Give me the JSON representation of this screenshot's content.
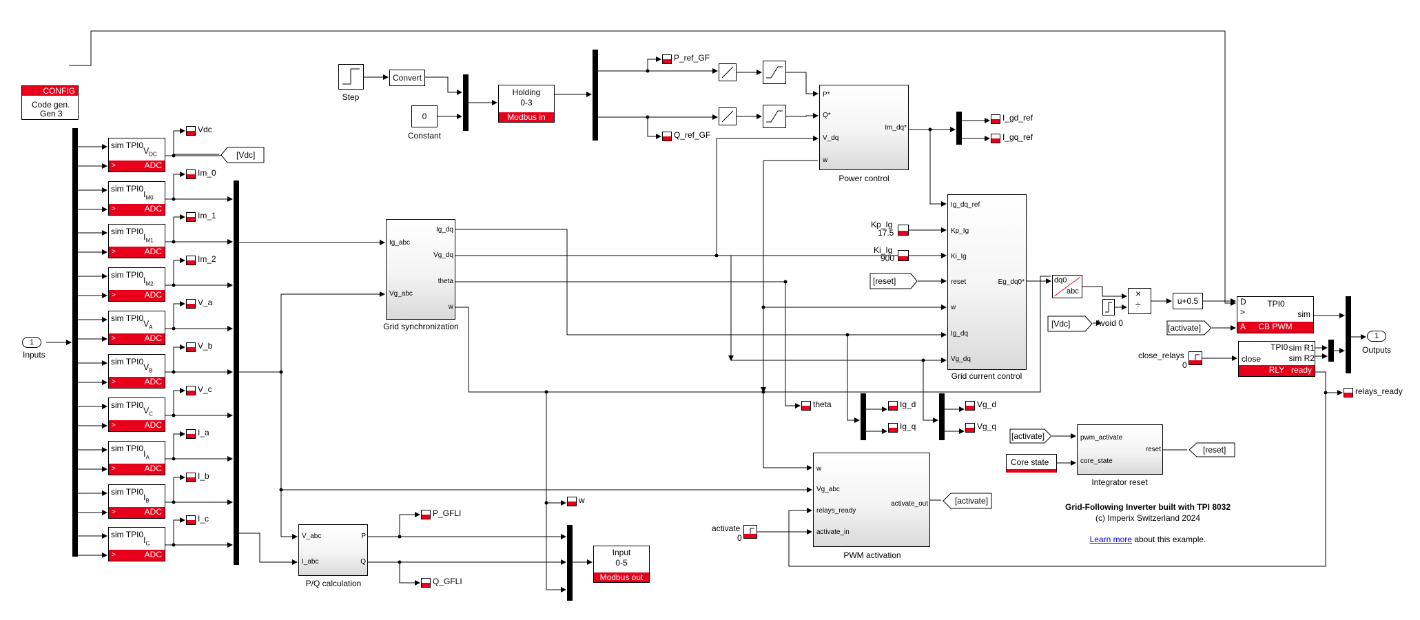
{
  "config": {
    "header": "CONFIG",
    "line1": "Code gen.",
    "line2": "Gen 3"
  },
  "inputs": {
    "number": "1",
    "label": "Inputs"
  },
  "outputs": {
    "number": "1",
    "label": "Outputs"
  },
  "adc_blocks": [
    {
      "prefix": "sim TPI0",
      "sym": "V",
      "sub": "DC",
      "footer": "ADC",
      "scope": "Vdc"
    },
    {
      "prefix": "sim TPI0",
      "sym": "I",
      "sub": "M0",
      "footer": "ADC",
      "scope": "Im_0"
    },
    {
      "prefix": "sim TPI0",
      "sym": "I",
      "sub": "M1",
      "footer": "ADC",
      "scope": "Im_1"
    },
    {
      "prefix": "sim TPI0",
      "sym": "I",
      "sub": "M2",
      "footer": "ADC",
      "scope": "Im_2"
    },
    {
      "prefix": "sim TPI0",
      "sym": "V",
      "sub": "A",
      "footer": "ADC",
      "scope": "V_a"
    },
    {
      "prefix": "sim TPI0",
      "sym": "V",
      "sub": "B",
      "footer": "ADC",
      "scope": "V_b"
    },
    {
      "prefix": "sim TPI0",
      "sym": "V",
      "sub": "C",
      "footer": "ADC",
      "scope": "V_c"
    },
    {
      "prefix": "sim TPI0",
      "sym": "I",
      "sub": "A",
      "footer": "ADC",
      "scope": "I_a"
    },
    {
      "prefix": "sim TPI0",
      "sym": "I",
      "sub": "B",
      "footer": "ADC",
      "scope": "I_b"
    },
    {
      "prefix": "sim TPI0",
      "sym": "I",
      "sub": "C",
      "footer": "ADC",
      "scope": "I_c"
    }
  ],
  "vdc_goto": "[Vdc]",
  "step_label": "Step",
  "convert_label": "Convert",
  "constant": {
    "value": "0",
    "label": "Constant"
  },
  "holding": {
    "line1": "Holding",
    "line2": "0-3",
    "footer": "Modbus in"
  },
  "p_ref_scope": "P_ref_GF",
  "q_ref_scope": "Q_ref_GF",
  "power_control": {
    "title": "Power control",
    "inputs": [
      "P*",
      "Q*",
      "V_dq",
      "w"
    ],
    "output": "Im_dq*"
  },
  "i_gd_ref": "I_gd_ref",
  "i_gq_ref": "I_gq_ref",
  "grid_sync": {
    "title": "Grid synchronization",
    "inputs": [
      "Ig_abc",
      "Vg_abc"
    ],
    "outputs": [
      "Ig_dq",
      "Vg_dq",
      "theta",
      "w"
    ]
  },
  "grid_current": {
    "title": "Grid current control",
    "inputs": [
      "Ig_dq_ref",
      "Kp_Ig",
      "Ki_Ig",
      "reset",
      "w",
      "Ig_dq",
      "Vg_dq"
    ],
    "output": "Eg_dq0*"
  },
  "kp": {
    "name": "Kp_Ig",
    "value": "17.5"
  },
  "ki": {
    "name": "Ki_Ig",
    "value": "900"
  },
  "reset_from": "[reset]",
  "dq0": {
    "top": "dq0",
    "bottom": "abc"
  },
  "vdc_from": "[Vdc]",
  "avoid0": "Avoid 0",
  "mult": "×",
  "div": "÷",
  "offset": "u+0.5",
  "pwm": {
    "port_d": "D",
    "port_clk": ">",
    "port_a": "A",
    "title": "TPI0",
    "out": "sim",
    "footer": "CB PWM"
  },
  "activate_from": "[activate]",
  "close_relays": {
    "label": "close_relays",
    "value": "0"
  },
  "rly": {
    "title": "TPI0",
    "in": "close",
    "out1": "sim R1",
    "out2": "sim R2",
    "footer": "RLY",
    "ready": "ready"
  },
  "relays_ready": "relays_ready",
  "theta_scope": "theta",
  "ig_d": "Ig_d",
  "ig_q": "Ig_q",
  "vg_d": "Vg_d",
  "vg_q": "Vg_q",
  "integrator_reset": {
    "title": "Integrator reset",
    "inputs": [
      "pwm_activate",
      "core_state"
    ],
    "output": "reset"
  },
  "activate_from2": "[activate]",
  "core_state": "Core state",
  "reset_goto": "[reset]",
  "w_scope": "w",
  "pwm_activation": {
    "title": "PWM activation",
    "inputs": [
      "w",
      "Vg_abc",
      "relays_ready",
      "activate_in"
    ],
    "output": "activate_out"
  },
  "activate_goto": "[activate]",
  "activate_const": {
    "label": "activate",
    "value": "0"
  },
  "pq_calc": {
    "title": "P/Q calculation",
    "inputs": [
      "V_abc",
      "I_abc"
    ],
    "outputs": [
      "P",
      "Q"
    ]
  },
  "p_gfli": "P_GFLI",
  "q_gfli": "Q_GFLI",
  "input05": {
    "line1": "Input",
    "line2": "0-5",
    "footer": "Modbus out"
  },
  "caption": {
    "title": "Grid-Following Inverter built with TPI 8032",
    "copyright": "(c) Imperix Switzerland 2024",
    "link": "Learn more",
    "link_tail": "about this example."
  }
}
